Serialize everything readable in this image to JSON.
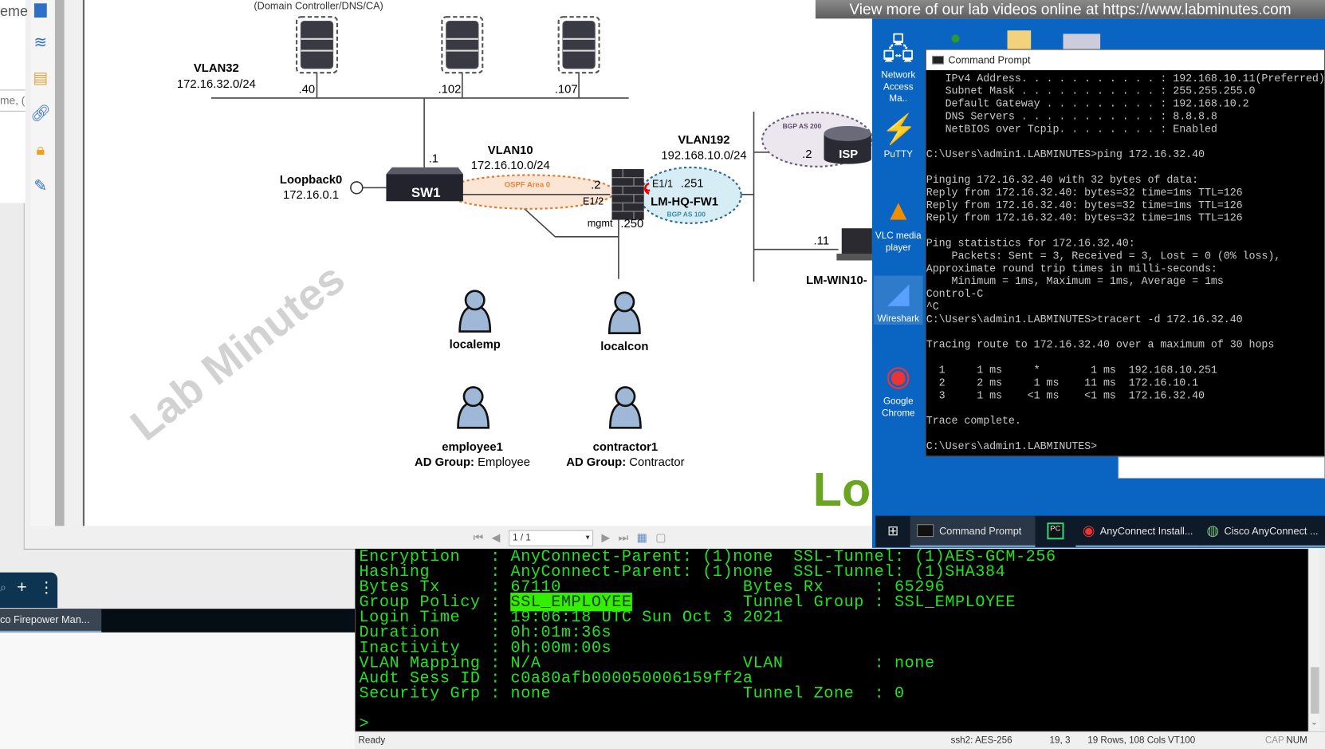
{
  "left_app": {
    "heading_fragment": "eme",
    "input_fragment": "me, (",
    "taskbar_item": "co Firepower Man..."
  },
  "pdf_viewer": {
    "page_indicator": "1 / 1",
    "diagram": {
      "top_label": "(Domain Controller/DNS/CA)",
      "vlan32": {
        "name": "VLAN32",
        "subnet": "172.16.32.0/24"
      },
      "server_ips": [
        ".40",
        ".102",
        ".107"
      ],
      "sw1": {
        "name": "SW1",
        "ip": ".1",
        "loopback_name": "Loopback0",
        "loopback_ip": "172.16.0.1"
      },
      "vlan10": {
        "name": "VLAN10",
        "subnet": "172.16.10.0/24",
        "area": "OSPF Area 0"
      },
      "fw": {
        "name": "LM-HQ-FW1",
        "ip_inside": ".2",
        "if_inside": "E1/2",
        "if_outside": "E1/1",
        "ip_outside": ".251",
        "mgmt": "mgmt",
        "mgmt_ip": ".250",
        "bgp": "BGP AS 100"
      },
      "vlan192": {
        "name": "VLAN192",
        "subnet": "192.168.10.0/24"
      },
      "isp": {
        "name": "ISP",
        "ip": ".2",
        "bgp": "BGP AS 200"
      },
      "client": {
        "name": "LM-WIN10-",
        "ip": ".11"
      },
      "users": [
        {
          "name": "localemp",
          "group_label": "",
          "group": ""
        },
        {
          "name": "localcon",
          "group_label": "",
          "group": ""
        },
        {
          "name": "employee1",
          "group_label": "AD Group:",
          "group": "Employee"
        },
        {
          "name": "contractor1",
          "group_label": "AD Group:",
          "group": "Contractor"
        }
      ],
      "watermark": "Lab Minutes",
      "logo_fragment": "Lo"
    }
  },
  "banner": "View more of our lab videos online at https://www.labminutes.com",
  "desktop": {
    "icons": [
      "Network Access Ma..",
      "PuTTY",
      "VLC media player",
      "Wireshark",
      "Google Chrome"
    ],
    "cmd": {
      "title": "Command Prompt",
      "lines": [
        "   IPv4 Address. . . . . . . . . . . : 192.168.10.11(Preferred)",
        "   Subnet Mask . . . . . . . . . . . : 255.255.255.0",
        "   Default Gateway . . . . . . . . . : 192.168.10.2",
        "   DNS Servers . . . . . . . . . . . : 8.8.8.8",
        "   NetBIOS over Tcpip. . . . . . . . : Enabled",
        "",
        "C:\\Users\\admin1.LABMINUTES>ping 172.16.32.40",
        "",
        "Pinging 172.16.32.40 with 32 bytes of data:",
        "Reply from 172.16.32.40: bytes=32 time=1ms TTL=126",
        "Reply from 172.16.32.40: bytes=32 time=1ms TTL=126",
        "Reply from 172.16.32.40: bytes=32 time=1ms TTL=126",
        "",
        "Ping statistics for 172.16.32.40:",
        "    Packets: Sent = 3, Received = 3, Lost = 0 (0% loss),",
        "Approximate round trip times in milli-seconds:",
        "    Minimum = 1ms, Maximum = 1ms, Average = 1ms",
        "Control-C",
        "^C",
        "C:\\Users\\admin1.LABMINUTES>tracert -d 172.16.32.40",
        "",
        "Tracing route to 172.16.32.40 over a maximum of 30 hops",
        "",
        "  1     1 ms     *        1 ms  192.168.10.251",
        "  2     2 ms     1 ms    11 ms  172.16.10.1",
        "  3     1 ms    <1 ms    <1 ms  172.16.32.40",
        "",
        "Trace complete.",
        "",
        "C:\\Users\\admin1.LABMINUTES>"
      ]
    },
    "taskbar": [
      "Command Prompt",
      "AnyConnect Install...",
      "Cisco AnyConnect ..."
    ]
  },
  "ssh_terminal": {
    "lines": [
      [
        {
          "t": "Encryption   : AnyConnect-Parent: (1)none  SSL-Tunnel: (1)AES-GCM-256"
        }
      ],
      [
        {
          "t": "Hashing      : AnyConnect-Parent: (1)none  SSL-Tunnel: (1)SHA384"
        }
      ],
      [
        {
          "t": "Bytes Tx     : 67110                  Bytes Rx     : 65296"
        }
      ],
      [
        {
          "t": "Group Policy : "
        },
        {
          "t": "SSL_EMPLOYEE",
          "hl": true
        },
        {
          "t": "           Tunnel Group : SSL_EMPLOYEE"
        }
      ],
      [
        {
          "t": "Login Time   : 19:06:18 UTC Sun Oct 3 2021"
        }
      ],
      [
        {
          "t": "Duration     : 0h:01m:36s"
        }
      ],
      [
        {
          "t": "Inactivity   : 0h:00m:00s"
        }
      ],
      [
        {
          "t": "VLAN Mapping : N/A                    VLAN         : none"
        }
      ],
      [
        {
          "t": "Audt Sess ID : c0a80afb000050006159ff2a"
        }
      ],
      [
        {
          "t": "Security Grp : none                   Tunnel Zone  : 0"
        }
      ],
      [
        {
          "t": ""
        }
      ],
      [
        {
          "t": ">"
        }
      ]
    ],
    "status": {
      "ready": "Ready",
      "cipher": "ssh2: AES-256",
      "cursor": "19,  3",
      "size": "19 Rows, 108 Cols",
      "emulation": "VT100",
      "cap": "CAP",
      "num": "NUM"
    }
  }
}
